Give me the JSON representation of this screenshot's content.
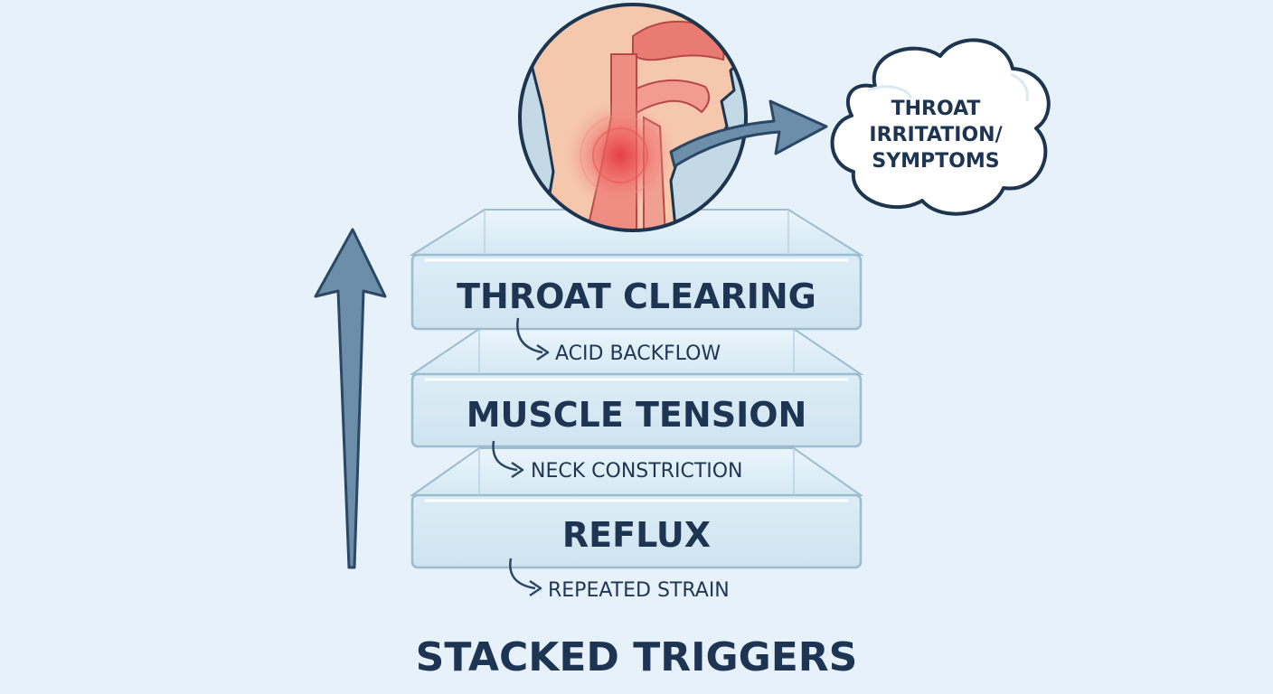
{
  "diagram": {
    "title": "STACKED TRIGGERS",
    "outcome_bubble": {
      "lines": [
        "THROAT",
        "IRRITATION/",
        "SYMPTOMS"
      ]
    },
    "layers": [
      {
        "label": "THROAT CLEARING",
        "note": "ACID BACKFLOW"
      },
      {
        "label": "MUSCLE TENSION",
        "note": "NECK CONSTRICTION"
      },
      {
        "label": "REFLUX",
        "note": "REPEATED STRAIN"
      }
    ]
  },
  "colors": {
    "background": "#e6f1f9",
    "text": "#1d3452",
    "arrow": "#6c8ea9",
    "slab": "#d3e7f2",
    "slab_edge": "#9cbcd0",
    "inflammation": "#e8474a",
    "skin": "#f5c8ad"
  },
  "icons": [
    "upward-arrow-icon",
    "throat-anatomy-icon",
    "curved-arrow-icon",
    "thought-cloud-icon"
  ]
}
